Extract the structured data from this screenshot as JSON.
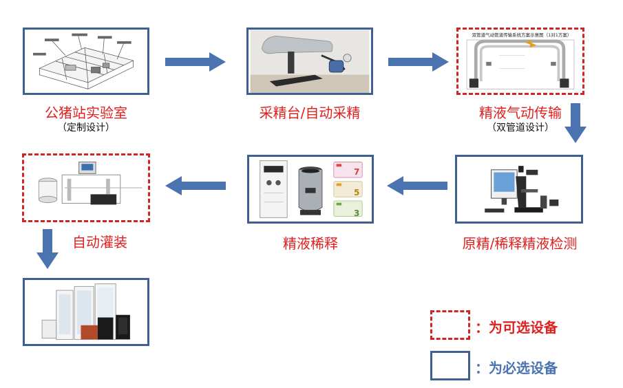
{
  "steps": [
    {
      "id": "lab",
      "label": "公猪站实验室",
      "sublabel": "（定制设计）",
      "border": "required"
    },
    {
      "id": "collect",
      "label": "采精台/自动采精",
      "sublabel": "",
      "border": "required"
    },
    {
      "id": "transport",
      "label": "精液气动传输",
      "sublabel": "（双管道设计）",
      "border": "optional",
      "figure_title": "双管道气动管道传输系统方案示意图（1对1方案）"
    },
    {
      "id": "inspect",
      "label": "原精/稀释精液检测",
      "sublabel": "",
      "border": "required"
    },
    {
      "id": "dilute",
      "label": "精液稀释",
      "sublabel": "",
      "border": "required",
      "bag_numbers": [
        "7",
        "5",
        "3"
      ]
    },
    {
      "id": "fill",
      "label": "自动灌装",
      "sublabel": "",
      "border": "optional"
    },
    {
      "id": "storage",
      "label": "",
      "sublabel": "",
      "border": "required"
    }
  ],
  "legend": {
    "optional_text": "：为可选设备",
    "required_text": "：为必选设备"
  },
  "colors": {
    "required_border": "#3d5f93",
    "optional_border": "#d22424",
    "arrow": "#4a73b0",
    "label": "#e0201f",
    "legend_required_text": "#4a73b0"
  }
}
